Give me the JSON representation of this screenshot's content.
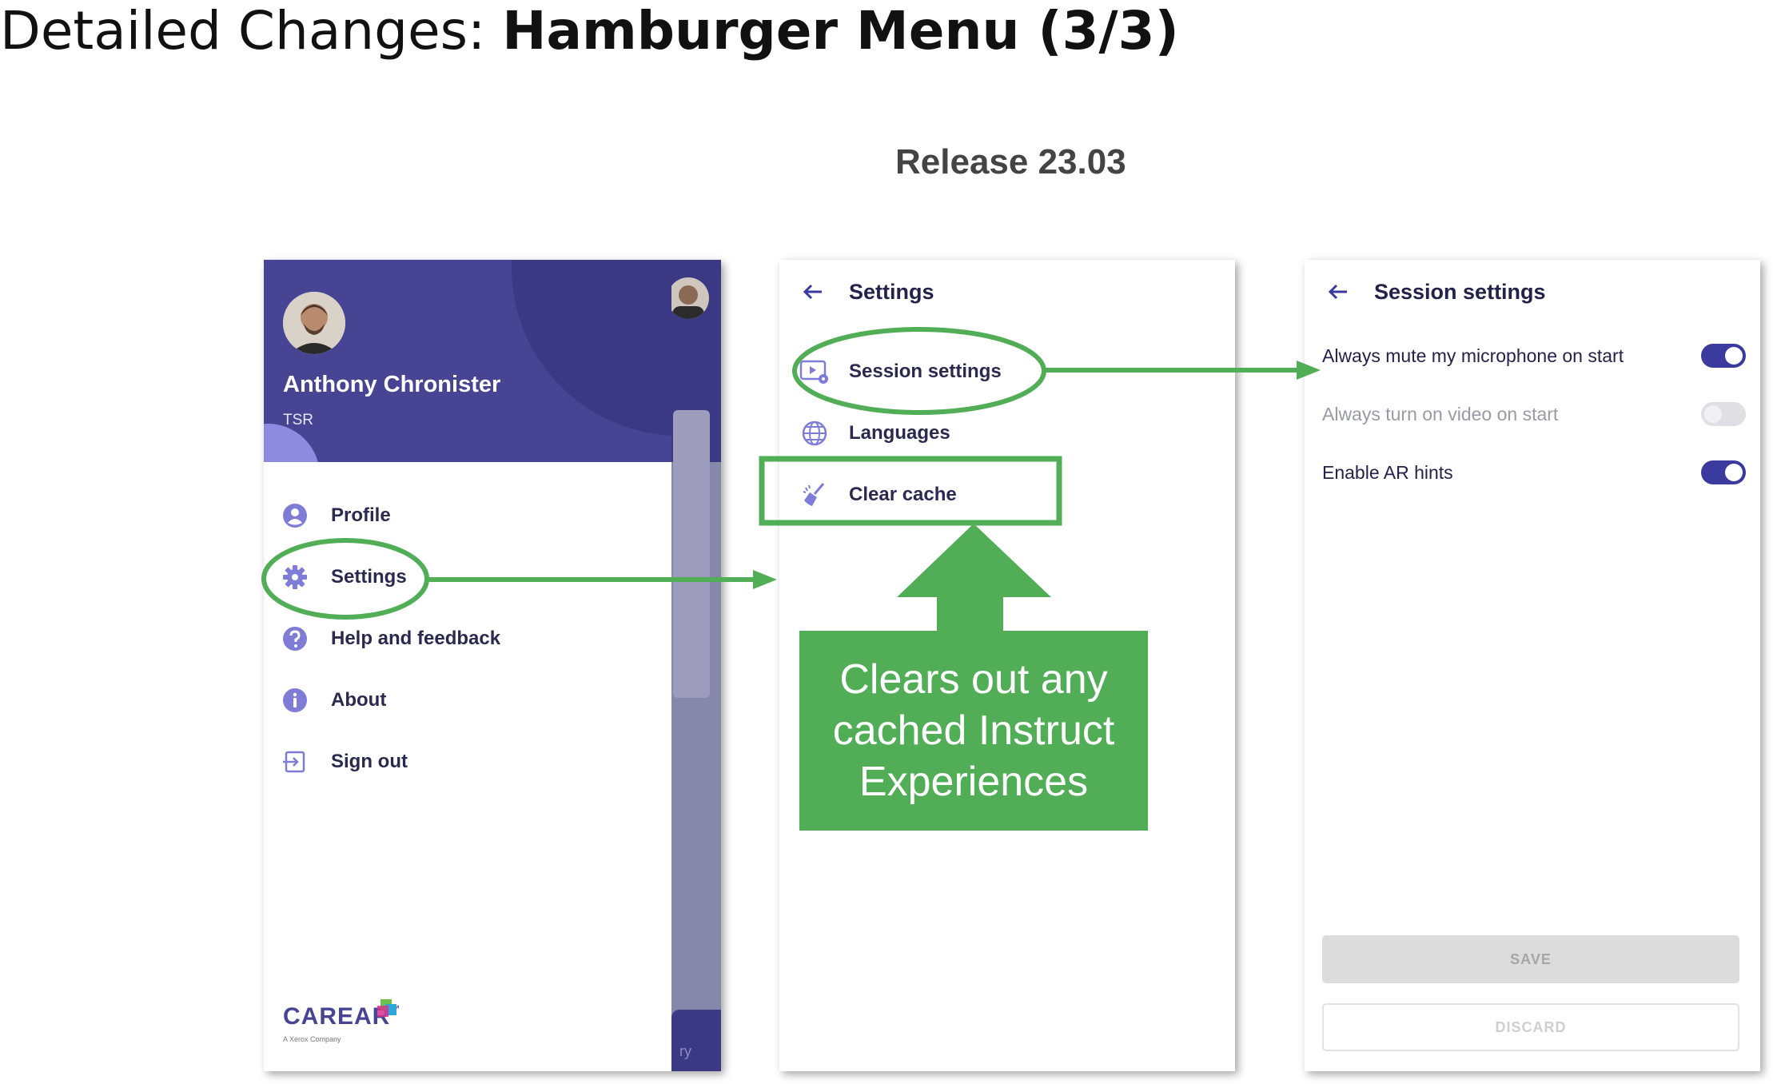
{
  "slide": {
    "title_prefix": "Detailed Changes: ",
    "title_bold": "Hamburger Menu (3/3)",
    "release": "Release 23.03"
  },
  "menu_screen": {
    "user_name": "Anthony Chronister",
    "user_role": "TSR",
    "items": [
      {
        "label": "Profile",
        "icon": "person-icon"
      },
      {
        "label": "Settings",
        "icon": "gear-icon"
      },
      {
        "label": "Help and feedback",
        "icon": "help-icon"
      },
      {
        "label": "About",
        "icon": "info-icon"
      },
      {
        "label": "Sign out",
        "icon": "sign-out-icon"
      }
    ],
    "behind_text": "ry",
    "logo_text": "CAREAR",
    "logo_tm": "™",
    "logo_sub": "A Xerox Company"
  },
  "settings_screen": {
    "title": "Settings",
    "items": [
      {
        "label": "Session settings",
        "icon": "session-video-icon"
      },
      {
        "label": "Languages",
        "icon": "globe-icon"
      },
      {
        "label": "Clear cache",
        "icon": "broom-icon"
      }
    ]
  },
  "session_screen": {
    "title": "Session settings",
    "toggles": [
      {
        "label": "Always mute my microphone on start",
        "state": "on",
        "enabled": true
      },
      {
        "label": "Always turn on video on start",
        "state": "off",
        "enabled": false
      },
      {
        "label": "Enable AR hints",
        "state": "on",
        "enabled": true
      }
    ],
    "save_label": "SAVE",
    "discard_label": "DISCARD"
  },
  "annotation": {
    "callout_line1": "Clears out any",
    "callout_line2": "cached Instruct",
    "callout_line3": "Experiences"
  },
  "colors": {
    "brand_purple": "#474593",
    "annotation_green": "#52ad57",
    "toggle_on": "#3a3a9f"
  }
}
